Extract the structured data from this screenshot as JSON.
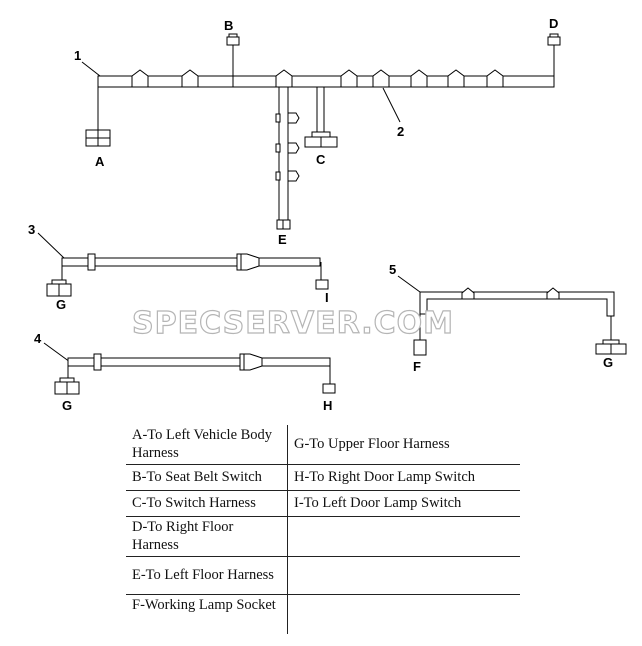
{
  "diagram": {
    "callouts": {
      "c1": "1",
      "c2": "2",
      "c3": "3",
      "c4": "4",
      "c5": "5"
    },
    "connectors": {
      "a": "A",
      "b": "B",
      "c": "C",
      "d": "D",
      "e": "E",
      "f": "F",
      "g1": "G",
      "g2": "G",
      "g3": "G",
      "h": "H",
      "i": "I"
    },
    "watermark": "SPECSERVER.COM"
  },
  "legend": {
    "rows": [
      {
        "left": "A-To Left Vehicle Body Harness",
        "right": "G-To Upper Floor Harness"
      },
      {
        "left": "B-To Seat Belt Switch",
        "right": "H-To Right Door Lamp Switch"
      },
      {
        "left": "C-To Switch Harness",
        "right": "I-To Left Door Lamp Switch"
      },
      {
        "left": "D-To Right Floor Harness",
        "right": ""
      },
      {
        "left": "E-To Left Floor Harness",
        "right": ""
      },
      {
        "left": "F-Working Lamp Socket",
        "right": ""
      }
    ]
  }
}
